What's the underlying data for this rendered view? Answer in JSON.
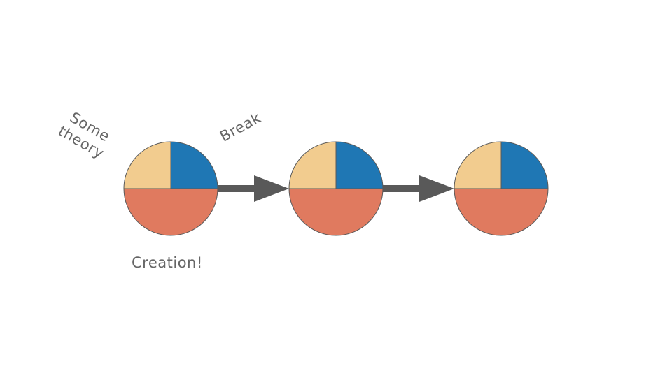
{
  "labels": {
    "some_theory_line1": "Some",
    "some_theory_line2": "theory",
    "break": "Break",
    "creation": "Creation!"
  },
  "diagram": {
    "nodes": [
      {
        "id": "circle-1",
        "segments": [
          {
            "share": 0.25,
            "color": "#1f77b4"
          },
          {
            "share": 0.5,
            "color": "#e07a5f"
          },
          {
            "share": 0.25,
            "color": "#f2cc8f"
          }
        ]
      },
      {
        "id": "circle-2",
        "segments": [
          {
            "share": 0.25,
            "color": "#1f77b4"
          },
          {
            "share": 0.5,
            "color": "#e07a5f"
          },
          {
            "share": 0.25,
            "color": "#f2cc8f"
          }
        ]
      },
      {
        "id": "circle-3",
        "segments": [
          {
            "share": 0.25,
            "color": "#1f77b4"
          },
          {
            "share": 0.5,
            "color": "#e07a5f"
          },
          {
            "share": 0.25,
            "color": "#f2cc8f"
          }
        ]
      }
    ],
    "edges": [
      {
        "from": "circle-1",
        "to": "circle-2"
      },
      {
        "from": "circle-2",
        "to": "circle-3"
      }
    ],
    "colors": {
      "arrow": "#595959",
      "outline": "#595959",
      "text": "#666666",
      "blue": "#1f77b4",
      "orange": "#e07a5f",
      "sand": "#f2cc8f"
    }
  }
}
